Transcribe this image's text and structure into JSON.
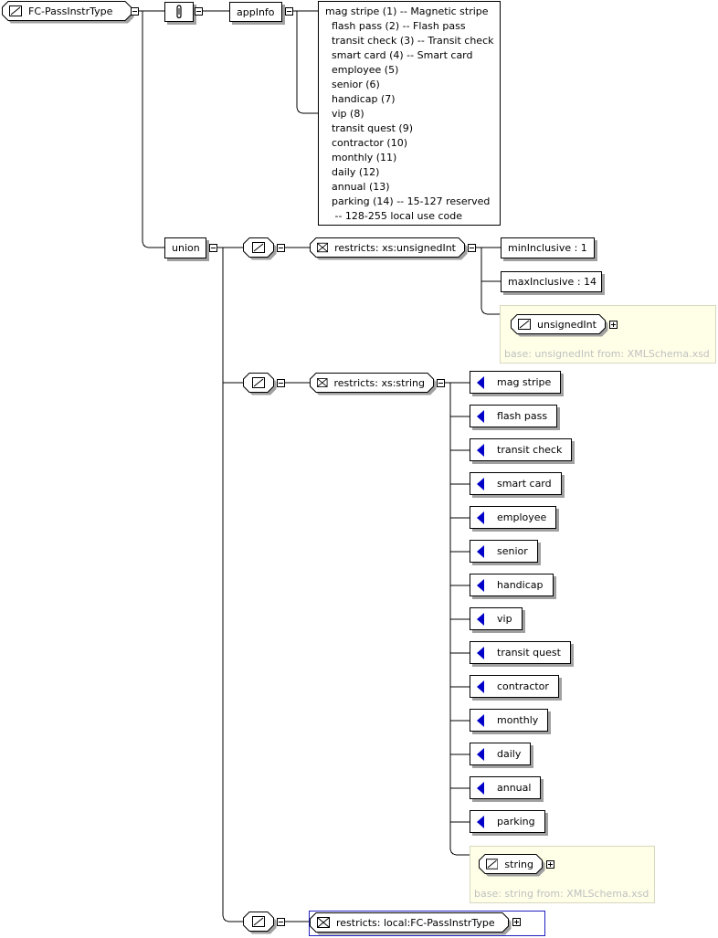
{
  "root": {
    "name": "FC-PassInstrType"
  },
  "annotation": {
    "appinfo_label": "appInfo",
    "doc_lines": [
      "mag stripe (1) -- Magnetic stripe",
      "  flash pass (2) -- Flash pass",
      "  transit check (3) -- Transit check",
      "  smart card (4) -- Smart card",
      "  employee (5)",
      "  senior (6)",
      "  handicap (7)",
      "  vip (8)",
      "  transit quest (9)",
      "  contractor (10)",
      "  monthly (11)",
      "  daily (12)",
      "  annual (13)",
      "  parking (14) -- 15-127 reserved",
      "   -- 128-255 local use code"
    ]
  },
  "union": {
    "label": "union"
  },
  "member1": {
    "restriction": "restricts: xs:unsignedInt",
    "facets": [
      "minInclusive : 1",
      "maxInclusive : 14"
    ],
    "base_type": {
      "name": "unsignedInt",
      "info": "base: unsignedInt from: XMLSchema.xsd"
    }
  },
  "member2": {
    "restriction": "restricts: xs:string",
    "enumerations": [
      "mag stripe",
      "flash pass",
      "transit check",
      "smart card",
      "employee",
      "senior",
      "handicap",
      "vip",
      "transit quest",
      "contractor",
      "monthly",
      "daily",
      "annual",
      "parking"
    ],
    "base_type": {
      "name": "string",
      "info": "base: string from: XMLSchema.xsd"
    }
  },
  "member3": {
    "restriction": "restricts: local:FC-PassInstrType",
    "selected_border_color": "#2020c0"
  },
  "colors": {
    "enum_marker": "#0000c8",
    "note_bg": "#ffffe8",
    "note_text": "#c0c0c0",
    "shadow": "#a0a0a0"
  }
}
